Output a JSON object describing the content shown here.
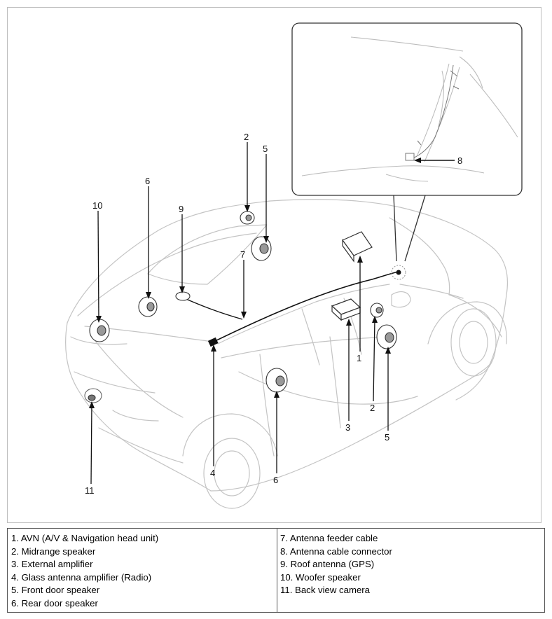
{
  "diagram": {
    "callouts": [
      "1",
      "2",
      "2",
      "3",
      "4",
      "5",
      "5",
      "6",
      "6",
      "7",
      "8",
      "9",
      "10",
      "11"
    ]
  },
  "legend": {
    "left": [
      "1. AVN (A/V & Navigation head unit)",
      "2. Midrange speaker",
      "3. External amplifier",
      "4. Glass antenna amplifier (Radio)",
      "5. Front door speaker",
      "6. Rear door speaker"
    ],
    "right": [
      "7. Antenna feeder cable",
      "8. Antenna cable connector",
      "9. Roof antenna (GPS)",
      "10. Woofer speaker",
      "11. Back view camera"
    ]
  }
}
